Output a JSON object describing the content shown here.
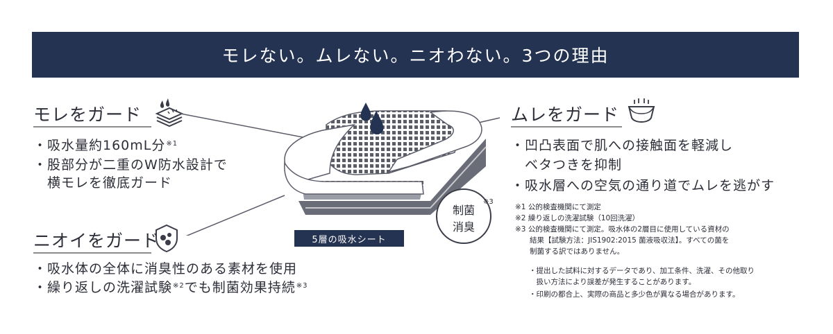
{
  "banner": {
    "title": "モレない。ムレない。ニオわない。3つの理由"
  },
  "sections": {
    "leak": {
      "heading": "モレをガード",
      "icon": "diaper-stack-icon",
      "bullets": [
        {
          "text": "・吸水量約160mL分",
          "ref": "※1"
        },
        {
          "text": "・股部分が二重のW防水設計で"
        },
        {
          "text": "　横モレを徹底ガード"
        }
      ]
    },
    "odor": {
      "heading": "ニオイをガード",
      "icon": "shield-icon",
      "bullets": [
        {
          "text": "・吸水体の全体に消臭性のある素材を使用"
        },
        {
          "text": "・繰り返しの洗濯試験",
          "ref": "※2",
          "after": "でも制菌効果持続",
          "ref2": "※3"
        }
      ]
    },
    "stuffy": {
      "heading": "ムレをガード",
      "icon": "diaper-icon",
      "bullets": [
        {
          "text": "・凹凸表面で肌への接触面を軽減し"
        },
        {
          "text": "　ベタつきを抑制"
        },
        {
          "text": "・吸水層への空気の通り道でムレを逃がす"
        }
      ]
    }
  },
  "illustration": {
    "label": "5層の吸水シート",
    "badge": {
      "line1": "制菌",
      "line2": "消臭",
      "ref": "※3"
    }
  },
  "footnotes": [
    "※1 公的検査機関にて測定",
    "※2 繰り返しの洗濯試験（10回洗濯）",
    "※3 公的検査機関にて測定。吸水体の2層目に使用している資材の",
    "　　結果【試験方法：JIS1902:2015 菌液吸収法】。すべての菌を",
    "　　制菌する訳ではありません。"
  ],
  "disclaimers": [
    "・提出した試料に対するデータであり、加工条件、洗濯、その他取り",
    "　扱い方法により誤差が発生することがあります。",
    "・印刷の都合上、実際の商品と多少色が異なる場合があります。"
  ],
  "colors": {
    "navy": "#253352",
    "text": "#2c2e38",
    "rule": "#8b8b8b"
  }
}
